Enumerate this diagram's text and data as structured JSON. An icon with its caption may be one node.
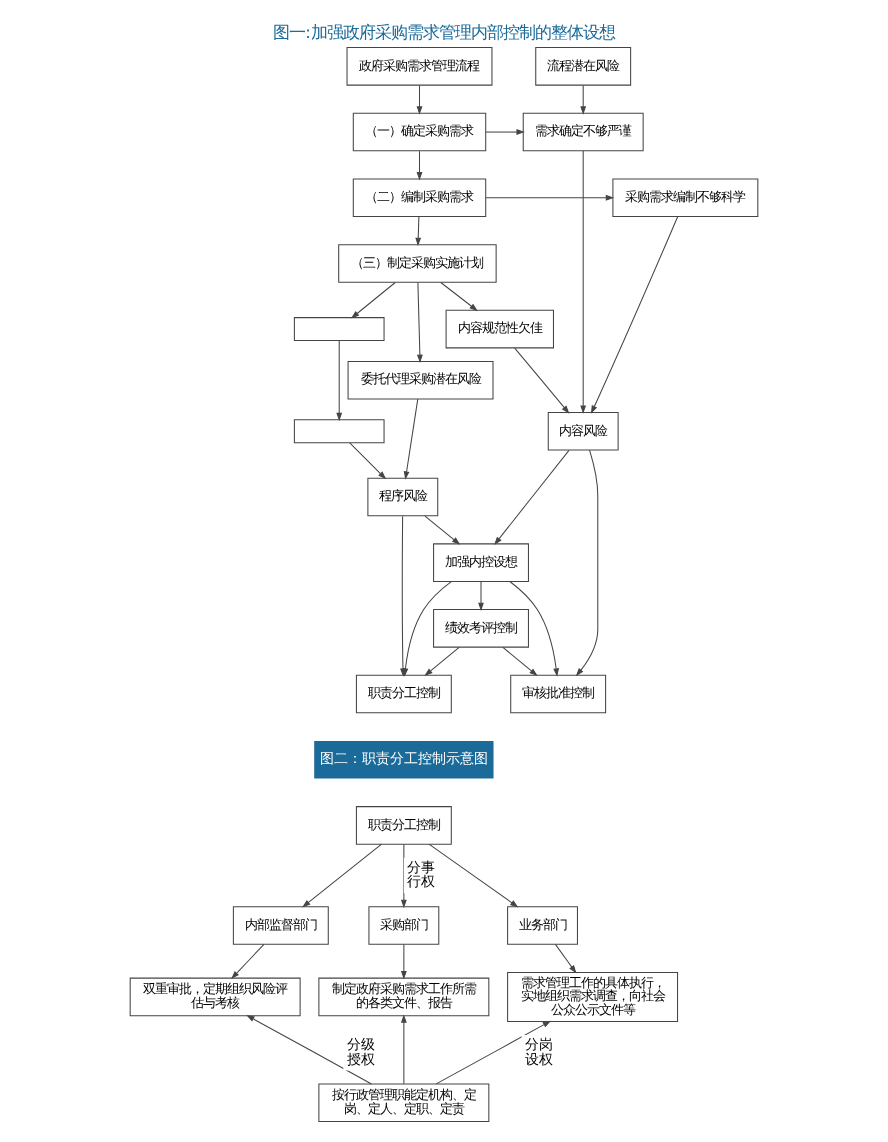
{
  "diagram": {
    "title": "图一:加强政府采购需求管理内部控制的整体设想",
    "nodes": [
      {
        "text": [
          "政府采购需求管理流程"
        ]
      },
      {
        "text": [
          "流程潜在风险"
        ]
      },
      {
        "text": [
          "（一）确定采购需求"
        ]
      },
      {
        "text": [
          "需求确定不够严谨"
        ]
      },
      {
        "text": [
          "（二）编制采购需求"
        ]
      },
      {
        "text": [
          "采购需求编制不够科学"
        ]
      },
      {
        "text": [
          "（三）制定采购实施计划"
        ]
      },
      {
        "text": [
          "内容规范性欠佳"
        ]
      },
      {
        "text": [
          "委托代理采购潜在风险"
        ]
      },
      {
        "text": [],
        "shape": "box"
      },
      {
        "text": [],
        "shape": "box"
      },
      {
        "text": [
          "内容风险"
        ]
      },
      {
        "text": [
          "程序风险"
        ]
      },
      {
        "text": [
          "加强内控设想"
        ]
      },
      {
        "text": [
          "审核批准控制"
        ]
      },
      {
        "text": [
          "绩效考评控制"
        ]
      },
      {
        "text": [
          "职责分工控制"
        ]
      },
      {
        "text": [
          "职责分工控制"
        ]
      },
      {
        "text": [
          "内部监督部门"
        ]
      },
      {
        "text": [
          "采购部门"
        ]
      },
      {
        "text": [
          "业务部门"
        ]
      },
      {
        "text": [
          "双重审批，定期组织风险评估与考核"
        ]
      },
      {
        "text": [
          "制定政府采购需求工作所需的各类文件、报告"
        ]
      },
      {
        "text": [
          "需求管理工作的具体执行，实地组织需求调查，向社会公众公示文件等"
        ]
      },
      {
        "text": [
          "按行政管理职能定机构、定岗、定人、定职、定责"
        ]
      }
    ],
    "edges": [
      {
        "from": 0,
        "to": 2,
        "arrow": "to"
      },
      {
        "from": 1,
        "to": 3,
        "arrow": "to"
      },
      {
        "from": 2,
        "to": 3,
        "arrow": "to"
      },
      {
        "from": 2,
        "to": 4,
        "arrow": "to"
      },
      {
        "from": 4,
        "to": 5,
        "arrow": "to"
      },
      {
        "from": 4,
        "to": 6,
        "arrow": "to"
      },
      {
        "from": 6,
        "to": 7,
        "arrow": "to"
      },
      {
        "from": 6,
        "to": 8,
        "arrow": "to"
      },
      {
        "from": 6,
        "to": 9,
        "arrow": "to"
      },
      {
        "from": 3,
        "to": 11,
        "arrow": "to"
      },
      {
        "from": 5,
        "to": 11,
        "arrow": "to"
      },
      {
        "from": 7,
        "to": 11,
        "arrow": "to"
      },
      {
        "from": 8,
        "to": 12,
        "arrow": "to"
      },
      {
        "from": 9,
        "to": 10,
        "arrow": "to"
      },
      {
        "from": 10,
        "to": 12,
        "arrow": "to"
      },
      {
        "from": 11,
        "to": 13,
        "arrow": "to"
      },
      {
        "from": 12,
        "to": 13,
        "arrow": "to"
      },
      {
        "from": 11,
        "to": 14,
        "arrow": "to"
      },
      {
        "from": 13,
        "to": 14,
        "arrow": "to"
      },
      {
        "from": 13,
        "to": 15,
        "arrow": "to"
      },
      {
        "from": 13,
        "to": 16,
        "arrow": "to"
      },
      {
        "from": 15,
        "to": 14,
        "arrow": "to"
      },
      {
        "from": 15,
        "to": 16,
        "arrow": "to"
      },
      {
        "from": 12,
        "to": 16,
        "arrow": "to"
      },
      {
        "from": 17,
        "to": 18,
        "arrow": "to"
      },
      {
        "from": 17,
        "to": 19,
        "arrow": "to",
        "label": "分事行权"
      },
      {
        "from": 17,
        "to": 20,
        "arrow": "to"
      },
      {
        "from": 18,
        "to": 21,
        "arrow": "to"
      },
      {
        "from": 19,
        "to": 22,
        "arrow": "to"
      },
      {
        "from": 20,
        "to": 23,
        "arrow": "to"
      },
      {
        "from": 24,
        "to": 21,
        "arrow": "to",
        "label": "分级授权"
      },
      {
        "from": 24,
        "to": 22,
        "arrow": "to"
      },
      {
        "from": 24,
        "to": 23,
        "arrow": "to",
        "label": "分岗设权"
      }
    ],
    "labels": [
      "图二：职责分工控制示意图"
    ]
  }
}
